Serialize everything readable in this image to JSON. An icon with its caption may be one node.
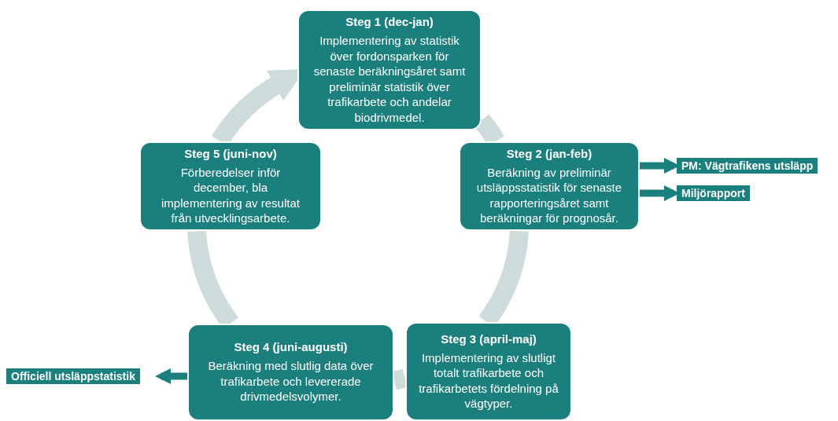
{
  "diagram": {
    "nodes": [
      {
        "text": [
          "Steg 1 (dec-jan)",
          "Implementering av statistik över fordonsparken för senaste beräkningsåret samt preliminär statistik över trafikarbete och andelar biodrivmedel."
        ]
      },
      {
        "text": [
          "Steg 2 (jan-feb)",
          "Beräkning av preliminär utsläppsstatistik för senaste rapporteringsåret samt beräkningar för prognosår."
        ]
      },
      {
        "text": [
          "Steg 3 (april-maj)",
          "Implementering av slutligt totalt trafikarbete och trafikarbetets fördelning på vägtyper."
        ]
      },
      {
        "text": [
          "Steg 4 (juni-augusti)",
          "Beräkning med slutlig data över trafikarbete och levererade drivmedelsvolymer."
        ]
      },
      {
        "text": [
          "Steg 5 (juni-nov)",
          "Förberedelser inför december, bla implementering av resultat från utvecklingsarbete."
        ]
      },
      {
        "text": [
          "PM: Vägtrafikens utsläpp"
        ]
      },
      {
        "text": [
          "Miljörapport"
        ]
      },
      {
        "text": [
          "Officiell utsläppstatistik"
        ]
      }
    ],
    "edges": [
      {
        "from": 0,
        "to": 1,
        "arrow": "none"
      },
      {
        "from": 1,
        "to": 2,
        "arrow": "none"
      },
      {
        "from": 2,
        "to": 3,
        "arrow": "none"
      },
      {
        "from": 3,
        "to": 4,
        "arrow": "none"
      },
      {
        "from": 4,
        "to": 0,
        "arrow": "to"
      },
      {
        "from": 1,
        "to": 5,
        "arrow": "to",
        "color": "#1a7f7d"
      },
      {
        "from": 1,
        "to": 6,
        "arrow": "to",
        "color": "#1a7f7d"
      },
      {
        "from": 3,
        "to": 7,
        "arrow": "to",
        "color": "#1a7f7d"
      }
    ]
  }
}
